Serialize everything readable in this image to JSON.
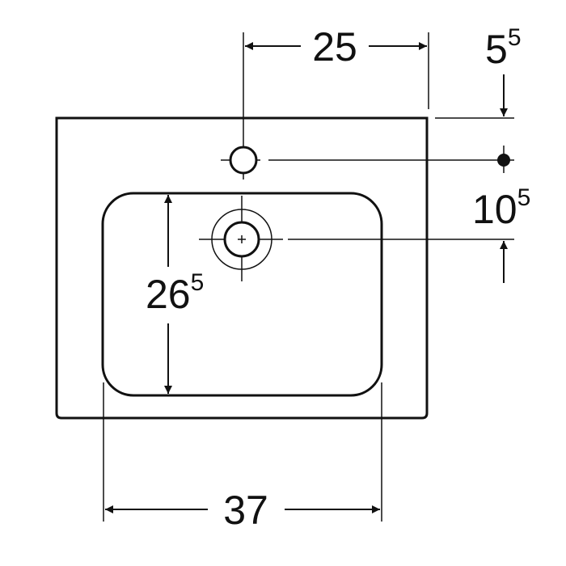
{
  "colors": {
    "stroke": "#111111",
    "fill": "#ffffff",
    "hole_fill": "#ffffff",
    "marker": "#111111"
  },
  "dimensions": {
    "top_width": {
      "value": "25"
    },
    "top_right": {
      "value": "5",
      "superscript": "5"
    },
    "right_middle": {
      "value": "10",
      "superscript": "5"
    },
    "basin_depth": {
      "value": "26",
      "superscript": "5"
    },
    "bottom_width": {
      "value": "37"
    }
  }
}
